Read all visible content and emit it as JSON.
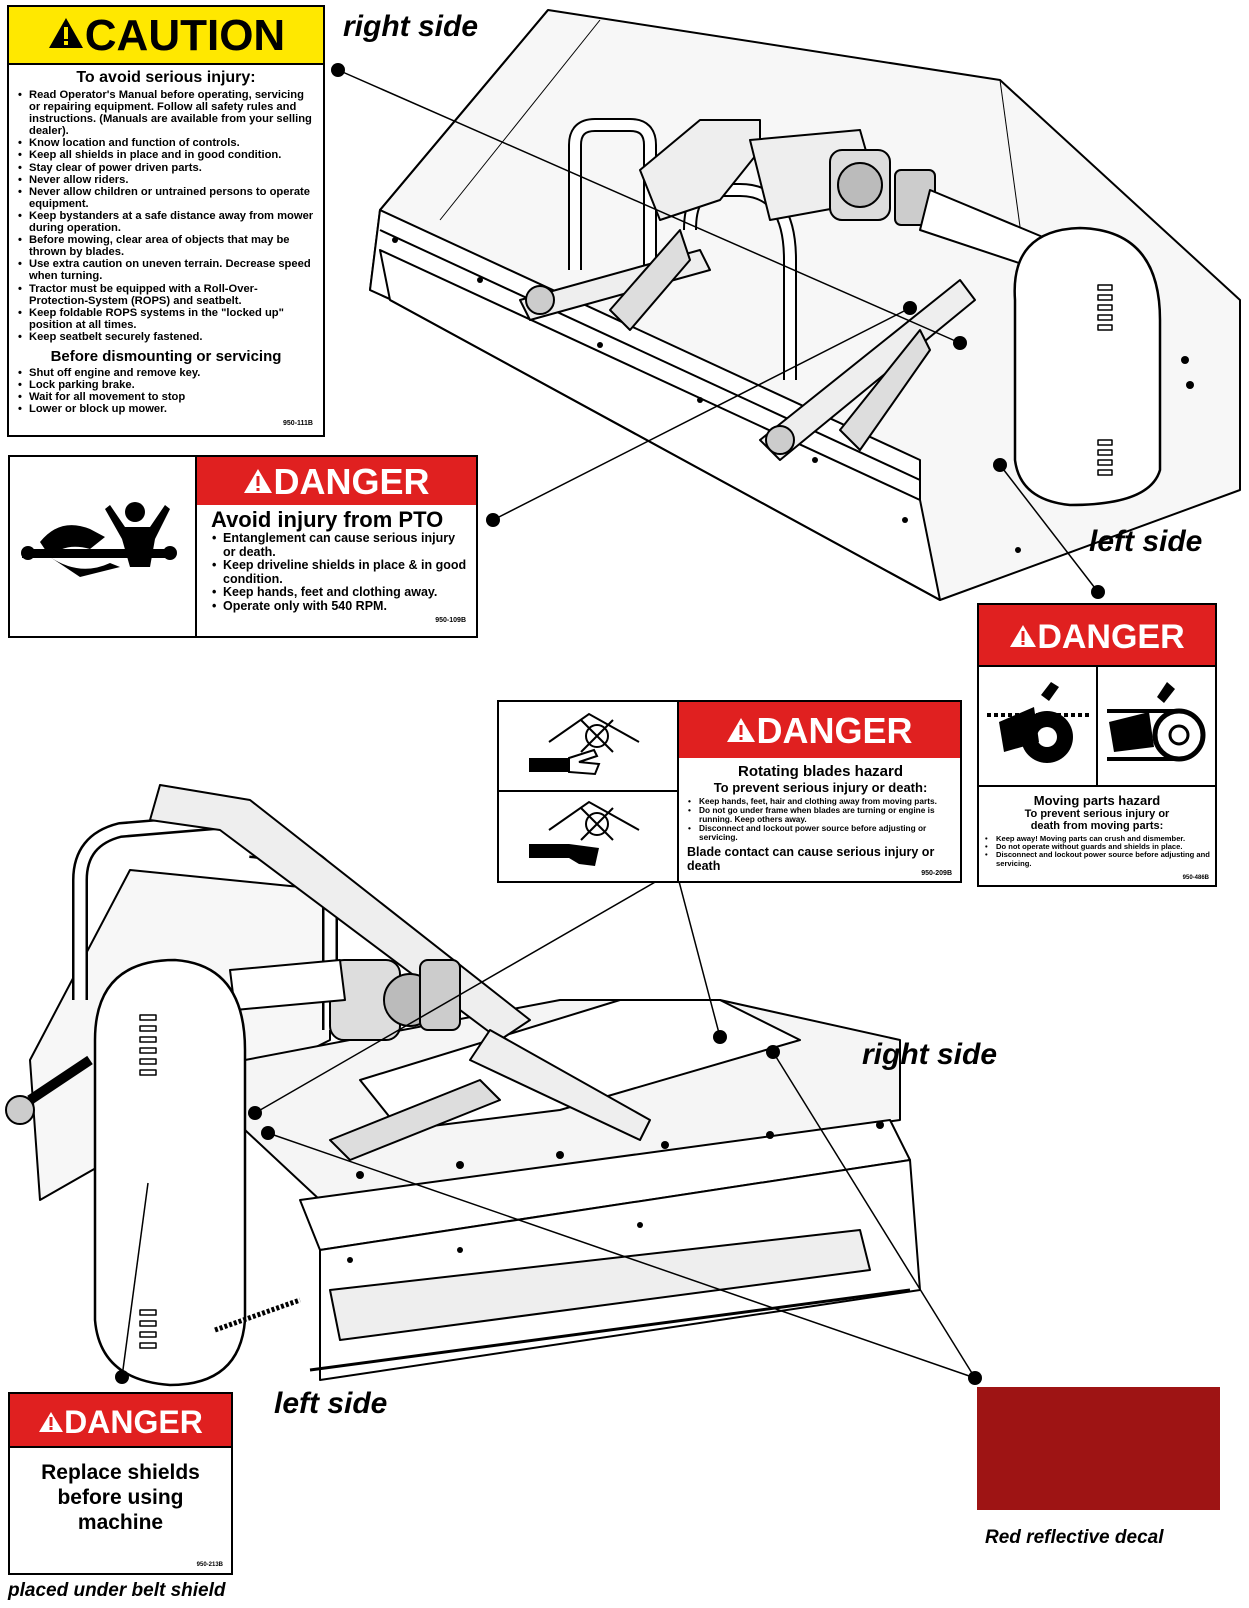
{
  "caution_decal": {
    "header": "CAUTION",
    "heading": "To avoid serious injury:",
    "items": [
      "Read Operator's Manual before operating, servicing or repairing equipment. Follow all safety rules and instructions. (Manuals are available from your selling dealer).",
      "Know location and function of controls.",
      "Keep all shields in place and in good condition.",
      "Stay clear of power driven parts.",
      "Never allow riders.",
      "Never allow children or untrained persons to operate equipment.",
      "Keep bystanders at a safe distance away from mower during operation.",
      "Before mowing, clear area of objects that may be thrown by blades.",
      "Use extra caution on uneven terrain.  Decrease speed when turning.",
      "Tractor must be equipped with a Roll-Over-Protection-System (ROPS) and seatbelt.",
      "Keep foldable ROPS systems in the \"locked up\" position at all times.",
      "Keep seatbelt securely fastened."
    ],
    "subheading": "Before dismounting or servicing",
    "items2": [
      "Shut off engine and remove key.",
      "Lock parking brake.",
      "Wait for all movement to stop",
      "Lower or block up mower."
    ],
    "code": "950-111B"
  },
  "pto_decal": {
    "header": "DANGER",
    "title": "Avoid injury from PTO",
    "items": [
      "Entanglement can cause serious injury or death.",
      "Keep driveline shields in place & in good condition.",
      "Keep hands, feet and clothing away.",
      "Operate only with 540 RPM."
    ],
    "code": "950-109B"
  },
  "blades_decal": {
    "header": "DANGER",
    "title": "Rotating blades hazard",
    "subtitle": "To prevent serious injury or death:",
    "items": [
      "Keep hands, feet, hair and clothing away from moving parts.",
      "Do not go under frame when blades are turning or engine is running.  Keep others away.",
      "Disconnect and lockout power source before adjusting or servicing."
    ],
    "footer": "Blade contact can cause serious injury or death",
    "code": "950-209B"
  },
  "moving_decal": {
    "header": "DANGER",
    "title": "Moving parts hazard",
    "subtitle": "To prevent serious injury or death from moving parts:",
    "items": [
      "Keep away! Moving parts can crush and dismember.",
      "Do not operate without guards and shields in place.",
      "Disconnect and lockout power source before adjusting and servicing."
    ],
    "code": "950-486B"
  },
  "shield_decal": {
    "header": "DANGER",
    "text": "Replace shields before using machine",
    "code": "950-213B"
  },
  "labels": {
    "right_side_top": "right side",
    "left_side_top": "left side",
    "right_side_bottom": "right side",
    "left_side_bottom": "left side",
    "reflective": "Red reflective decal",
    "under_belt": "placed under belt shield"
  },
  "colors": {
    "caution_yellow": "#ffe800",
    "danger_red": "#e02020",
    "reflective_red": "#9e1414"
  }
}
